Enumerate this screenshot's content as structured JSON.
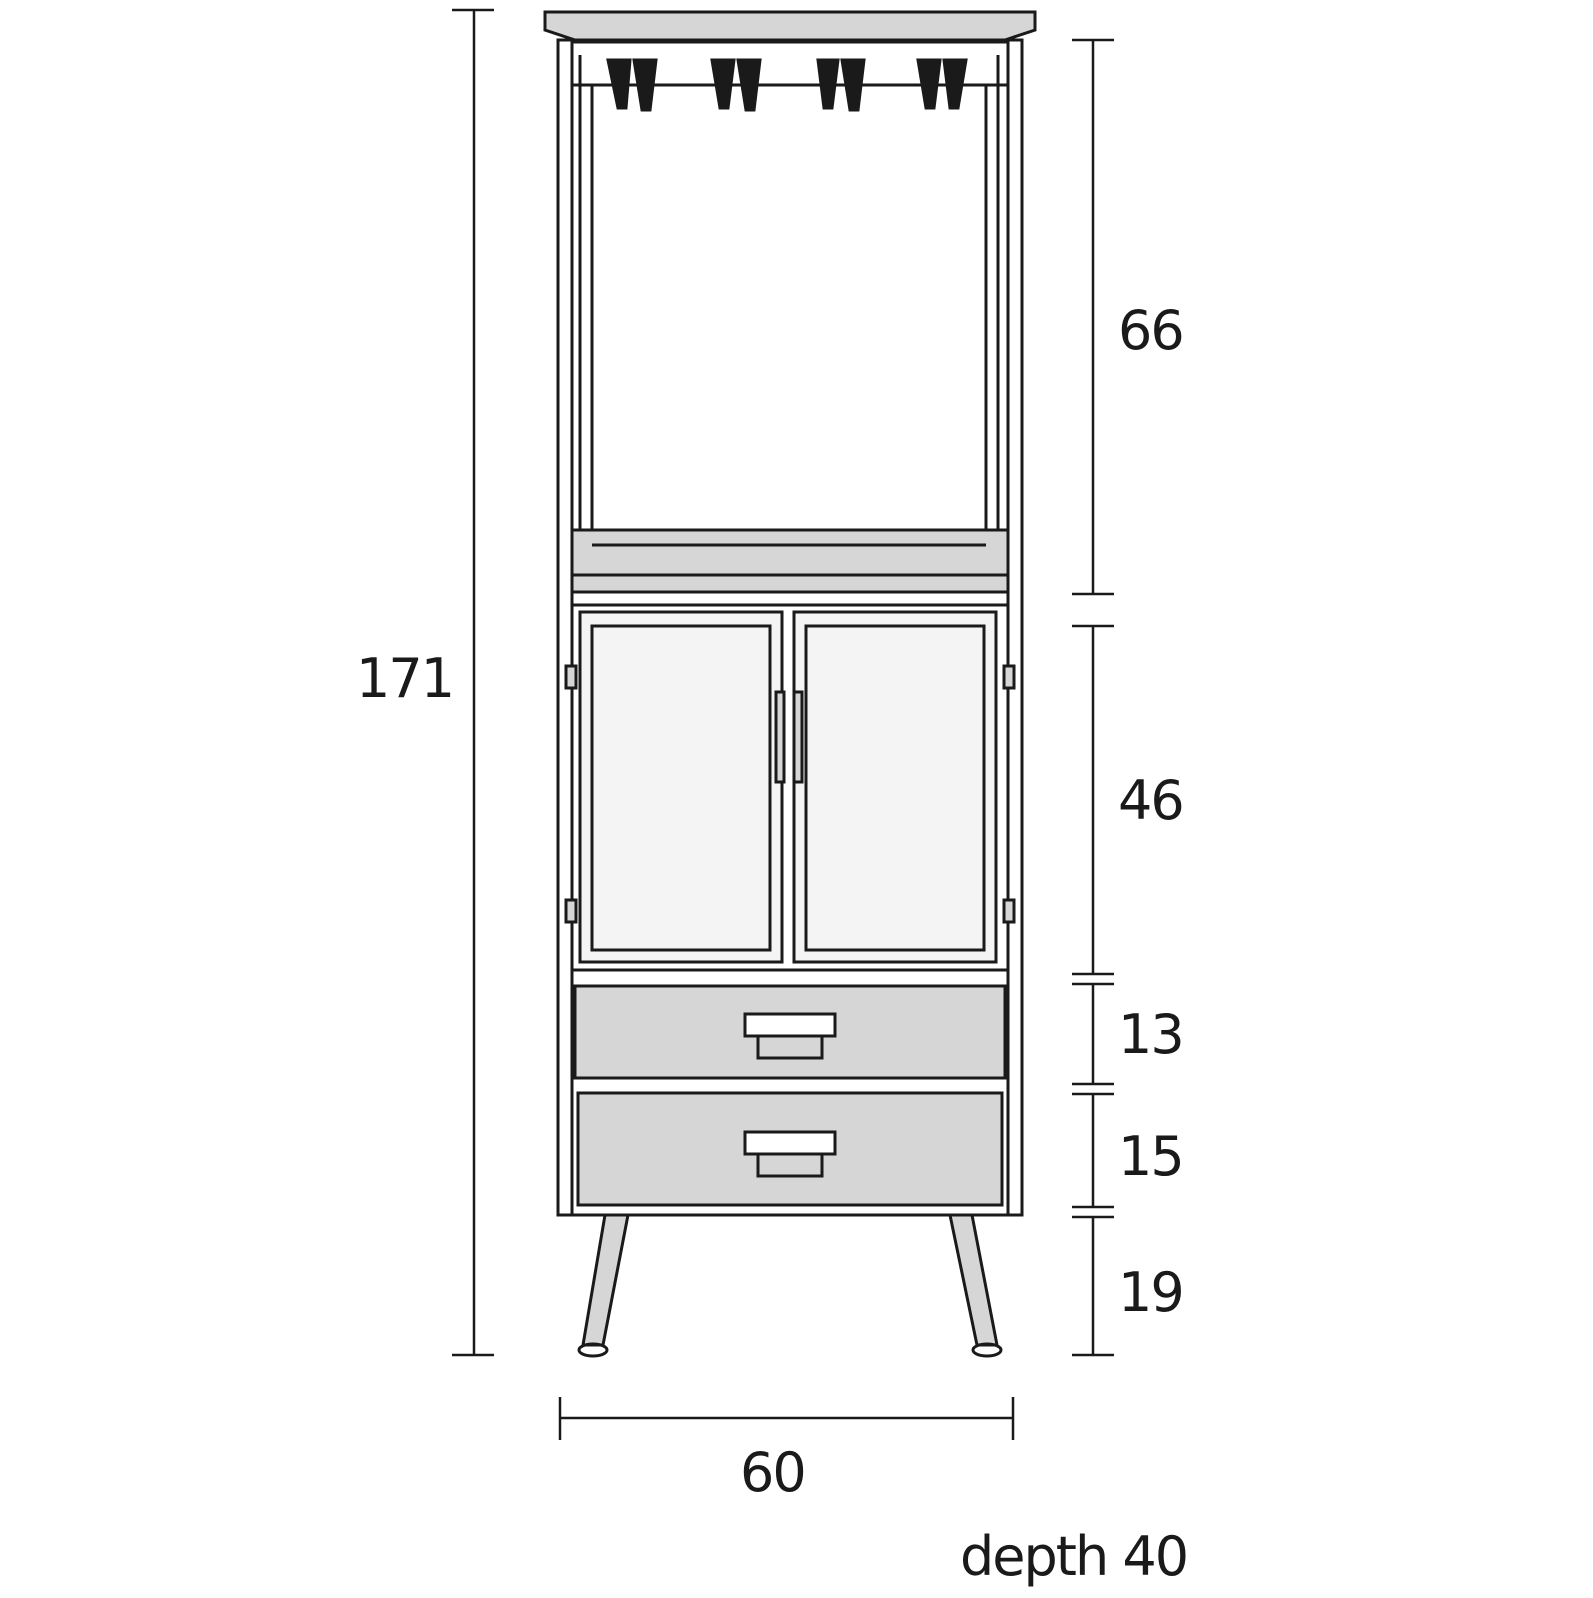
{
  "diagram": {
    "subject": "cabinet-front-view",
    "dimensions": {
      "total_height": "171",
      "open_section_height": "66",
      "door_section_height": "46",
      "upper_drawer_height": "13",
      "lower_drawer_height": "15",
      "leg_height": "19",
      "width": "60",
      "depth": "depth 40"
    },
    "colors": {
      "line": "#1a1a1a",
      "wood_fill": "#d6d6d6",
      "panel_fill": "#f4f4f4"
    }
  }
}
